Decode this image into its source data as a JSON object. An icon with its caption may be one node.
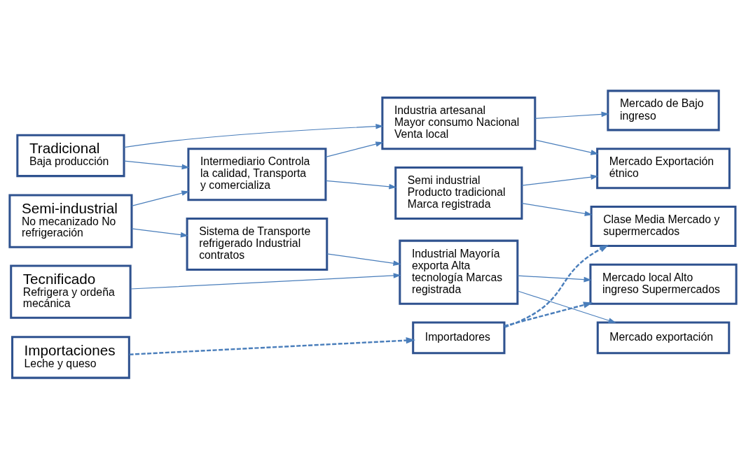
{
  "diagram": {
    "nodes": [
      {
        "text": [
          "Tradicional",
          "Baja producción"
        ]
      },
      {
        "text": [
          "Semi-industrial",
          "No mecanizado No refrigeración"
        ]
      },
      {
        "text": [
          "Tecnificado",
          "Refrigera y ordeña mecánica"
        ]
      },
      {
        "text": [
          "Importaciones",
          "Leche y queso"
        ]
      },
      {
        "text": [
          "Intermediario Controla la calidad, Transporta y comercializa"
        ]
      },
      {
        "text": [
          "Sistema de Transporte refrigerado Industrial contratos"
        ]
      },
      {
        "text": [
          "Industria artesanal Mayor consumo Nacional Venta local"
        ]
      },
      {
        "text": [
          "Semi industrial Producto tradicional Marca registrada"
        ]
      },
      {
        "text": [
          "Industrial Mayoría exporta Alta tecnología Marcas registrada"
        ]
      },
      {
        "text": [
          "Importadores"
        ]
      },
      {
        "text": [
          "Mercado de Bajo ingreso"
        ]
      },
      {
        "text": [
          "Mercado Exportación étnico"
        ]
      },
      {
        "text": [
          "Clase Media Mercado y supermercados"
        ]
      },
      {
        "text": [
          "Mercado local Alto ingreso Supermercados"
        ]
      },
      {
        "text": [
          "Mercado exportación"
        ]
      }
    ],
    "edges": [
      {
        "from": 0,
        "to": 6,
        "arrow": "to"
      },
      {
        "from": 0,
        "to": 4,
        "arrow": "to"
      },
      {
        "from": 1,
        "to": 4,
        "arrow": "to"
      },
      {
        "from": 1,
        "to": 5,
        "arrow": "to"
      },
      {
        "from": 4,
        "to": 6,
        "arrow": "to"
      },
      {
        "from": 4,
        "to": 7,
        "arrow": "to"
      },
      {
        "from": 5,
        "to": 8,
        "arrow": "to"
      },
      {
        "from": 2,
        "to": 8,
        "arrow": "to"
      },
      {
        "from": 3,
        "to": 9,
        "arrow": "to",
        "style": "dashed"
      },
      {
        "from": 6,
        "to": 10,
        "arrow": "to"
      },
      {
        "from": 6,
        "to": 11,
        "arrow": "to"
      },
      {
        "from": 7,
        "to": 11,
        "arrow": "to"
      },
      {
        "from": 7,
        "to": 12,
        "arrow": "to"
      },
      {
        "from": 8,
        "to": 13,
        "arrow": "to"
      },
      {
        "from": 8,
        "to": 14,
        "arrow": "to"
      },
      {
        "from": 9,
        "to": 12,
        "arrow": "to",
        "style": "dashed"
      },
      {
        "from": 9,
        "to": 13,
        "arrow": "to",
        "style": "dashed"
      }
    ]
  }
}
